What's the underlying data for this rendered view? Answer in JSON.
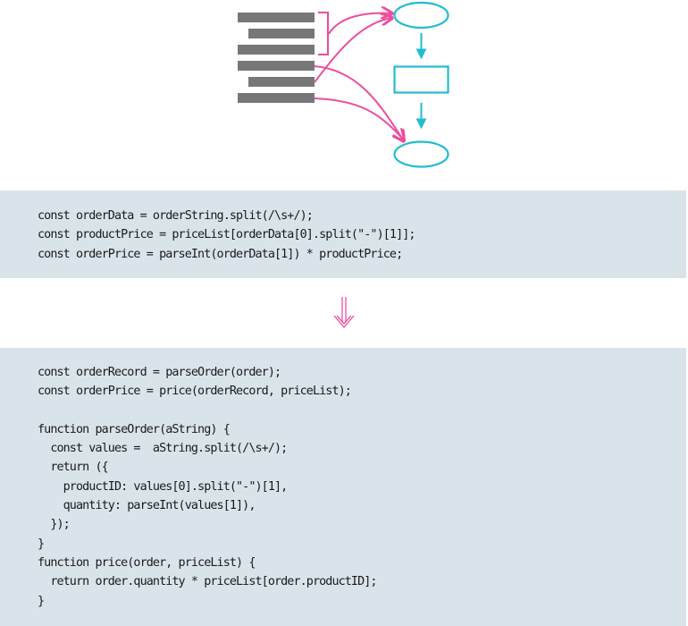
{
  "diagram": {
    "description": "Lines of code grouped and mapped into a two-phase flow: parse phase then calculation phase",
    "colors": {
      "code_bar": "#77777a",
      "mapping_arrow": "#ee4d9c",
      "flow_shape": "#22bcd0",
      "code_background": "#d9e4ea",
      "refactor_arrow": "#ee4d9c"
    },
    "code_bars": [
      {
        "indent": false
      },
      {
        "indent": true
      },
      {
        "indent": false
      },
      {
        "indent": false
      },
      {
        "indent": true
      },
      {
        "indent": false
      }
    ],
    "flow_nodes": [
      {
        "shape": "ellipse",
        "label": ""
      },
      {
        "shape": "rectangle",
        "label": ""
      },
      {
        "shape": "ellipse",
        "label": ""
      }
    ]
  },
  "before_code": {
    "lines": [
      "const orderData = orderString.split(/\\s+/);",
      "const productPrice = priceList[orderData[0].split(\"-\")[1]];",
      "const orderPrice = parseInt(orderData[1]) * productPrice;"
    ]
  },
  "transition_icon": "double-down-arrow-icon",
  "after_code": {
    "lines": [
      "const orderRecord = parseOrder(order);",
      "const orderPrice = price(orderRecord, priceList);",
      "",
      "function parseOrder(aString) {",
      "  const values =  aString.split(/\\s+/);",
      "  return ({",
      "    productID: values[0].split(\"-\")[1],",
      "    quantity: parseInt(values[1]),",
      "  });",
      "}",
      "function price(order, priceList) {",
      "  return order.quantity * priceList[order.productID];",
      "}"
    ]
  }
}
